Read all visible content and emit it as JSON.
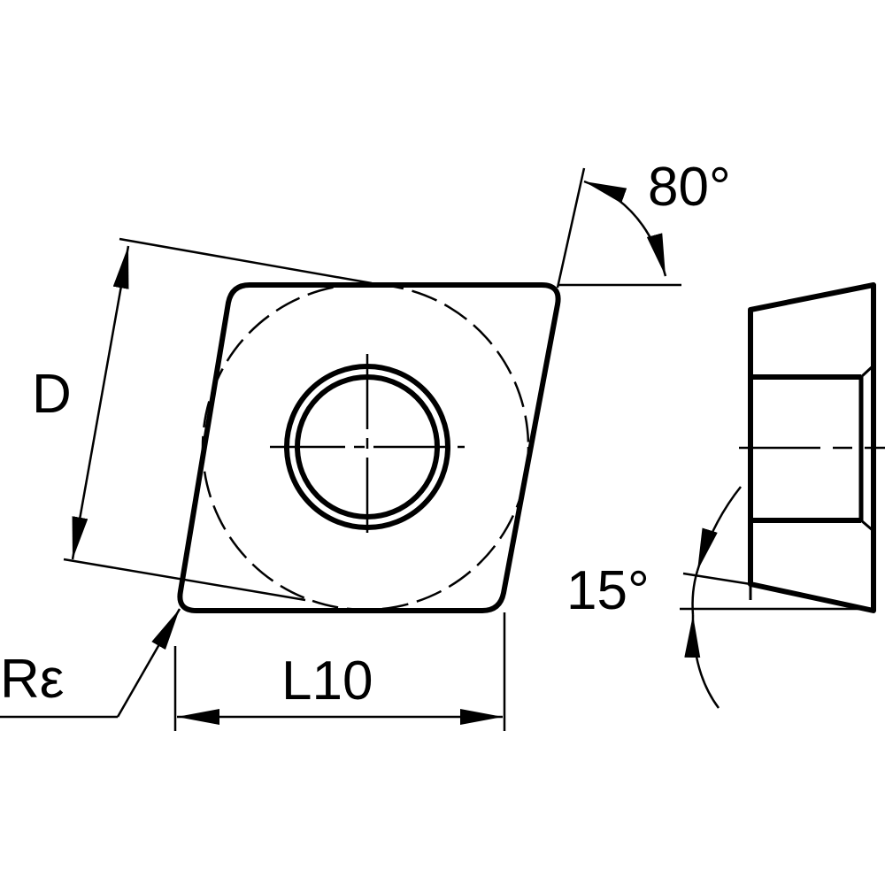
{
  "labels": {
    "diameter": "D",
    "angle_nose": "80°",
    "corner_radius": "Rε",
    "edge_length": "L10",
    "clearance_angle": "15°"
  },
  "colors": {
    "line": "#000000",
    "background": "#ffffff"
  }
}
